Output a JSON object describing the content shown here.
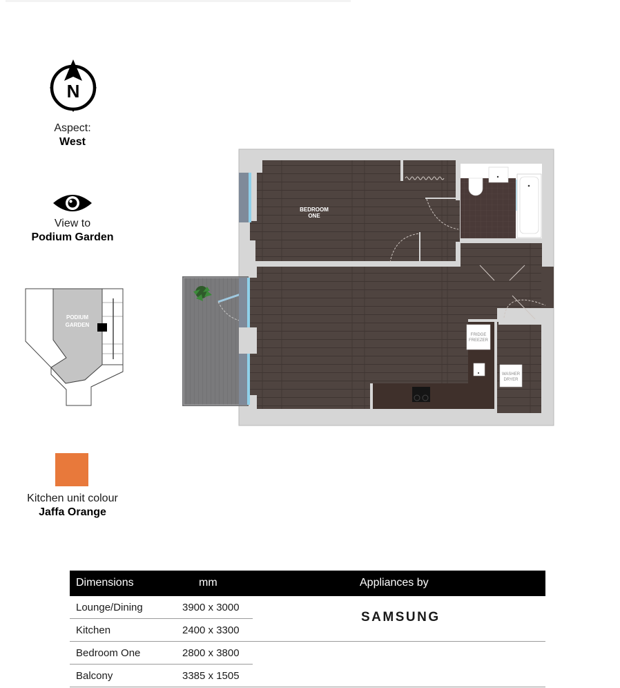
{
  "aspect": {
    "icon": "compass-north-icon",
    "compass_letter": "N",
    "label": "Aspect:",
    "value": "West"
  },
  "view": {
    "icon": "eye-icon",
    "label": "View to",
    "value": "Podium Garden"
  },
  "key_plan": {
    "garden_label_line1": "PODIUM",
    "garden_label_line2": "GARDEN"
  },
  "kitchen_colour": {
    "swatch_hex": "#E8793B",
    "label": "Kitchen unit colour",
    "value": "Jaffa Orange"
  },
  "floorplan": {
    "rooms": {
      "bedroom_line1": "BEDROOM",
      "bedroom_line2": "ONE"
    },
    "appliances": {
      "fridge_line1": "FRIDGE",
      "fridge_line2": "FREEZER",
      "washer_line1": "WASHER",
      "washer_line2": "DRYER"
    },
    "colors": {
      "floor": "#4f4440",
      "wall": "#d6d6d6",
      "balcony": "#7a7a7c",
      "glazing": "#8fd0ea",
      "bath_tile": "#4a3a38"
    }
  },
  "table": {
    "headers": {
      "dimensions": "Dimensions",
      "unit": "mm",
      "appliances": "Appliances by"
    },
    "rows": [
      {
        "room": "Lounge/Dining",
        "size": "3900 x 3000"
      },
      {
        "room": "Kitchen",
        "size": "2400 x 3300"
      },
      {
        "room": "Bedroom One",
        "size": "2800 x 3800"
      },
      {
        "room": "Balcony",
        "size": "3385 x 1505"
      }
    ],
    "appliance_brand": "SAMSUNG"
  }
}
